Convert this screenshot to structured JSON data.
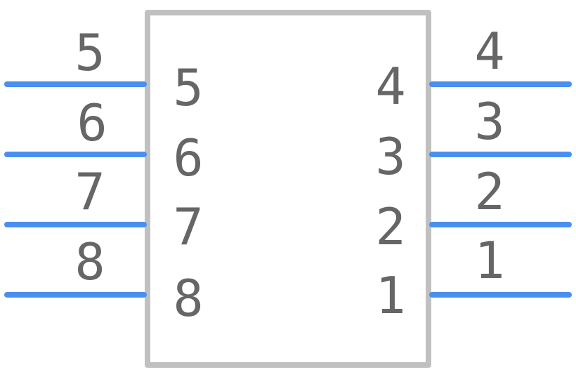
{
  "colors": {
    "pin_line": "#4a8ff0",
    "body_outline": "#c0c0c0",
    "text": "#666666",
    "background": "#ffffff"
  },
  "left_pins": [
    {
      "outer_label": "5",
      "inner_label": "5"
    },
    {
      "outer_label": "6",
      "inner_label": "6"
    },
    {
      "outer_label": "7",
      "inner_label": "7"
    },
    {
      "outer_label": "8",
      "inner_label": "8"
    }
  ],
  "right_pins": [
    {
      "outer_label": "4",
      "inner_label": "4"
    },
    {
      "outer_label": "3",
      "inner_label": "3"
    },
    {
      "outer_label": "2",
      "inner_label": "2"
    },
    {
      "outer_label": "1",
      "inner_label": "1"
    }
  ]
}
